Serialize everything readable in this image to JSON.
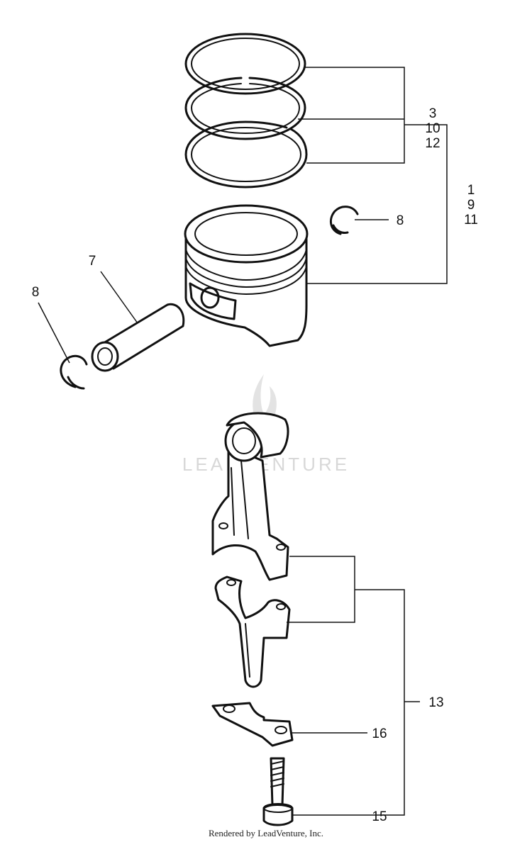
{
  "watermark": {
    "text": "LEADVENTURE",
    "icon": "flame-icon"
  },
  "callouts": {
    "rings_group": [
      "3",
      "10",
      "12"
    ],
    "piston_group": [
      "1",
      "9",
      "11"
    ],
    "snap_ring_right": "8",
    "snap_ring_left": "8",
    "piston_pin": "7",
    "connecting_rod": "13",
    "lock_plate": "16",
    "rod_bolt": "15"
  },
  "footer": {
    "credit": "Rendered by LeadVenture, Inc."
  }
}
